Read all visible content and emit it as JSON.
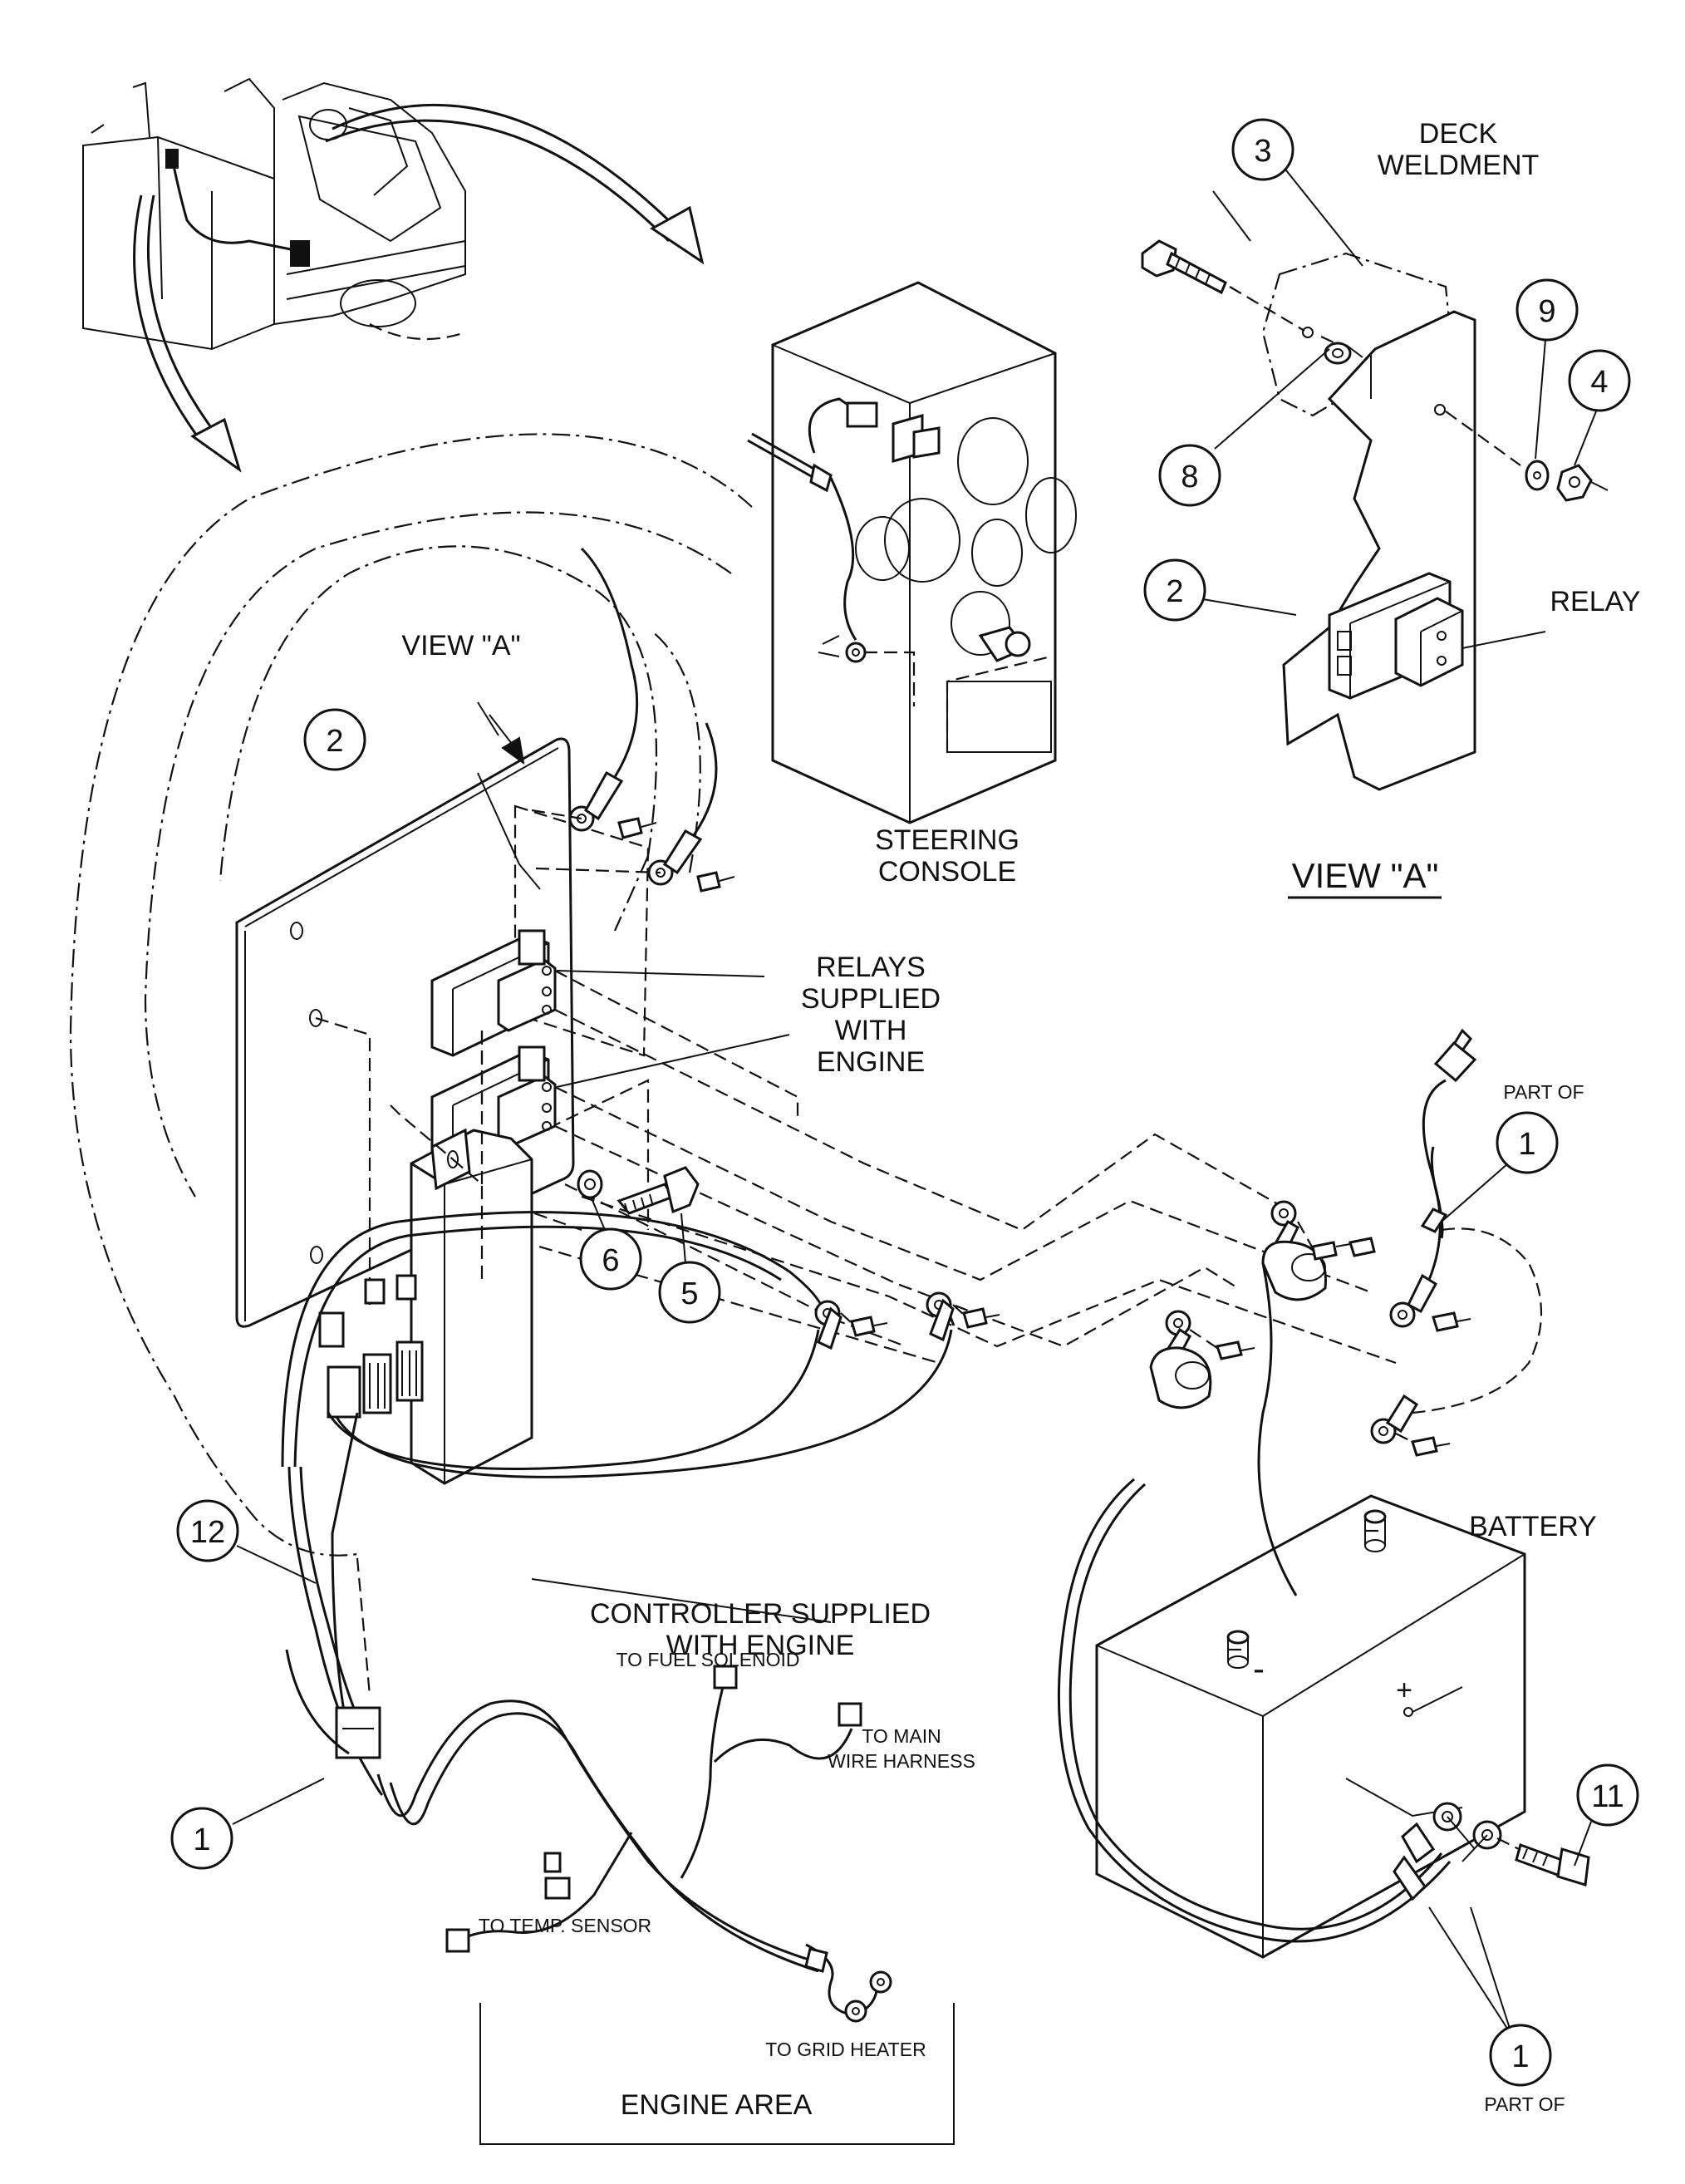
{
  "labels": {
    "deck_weldment": [
      "DECK",
      "WELDMENT"
    ],
    "relay": "RELAY",
    "view_a_title": "VIEW \"A\"",
    "view_a_pointer": "VIEW \"A\"",
    "steering_console": [
      "STEERING",
      "CONSOLE"
    ],
    "relays_supplied": [
      "RELAYS",
      "SUPPLIED",
      "WITH",
      "ENGINE"
    ],
    "part_of_top": "PART OF",
    "part_of_bottom": "PART OF",
    "battery": "BATTERY",
    "controller": [
      "CONTROLLER SUPPLIED",
      "WITH ENGINE"
    ],
    "to_fuel_solenoid": "TO FUEL SOLENOID",
    "to_main_wire_harness": [
      "TO MAIN",
      "WIRE HARNESS"
    ],
    "to_temp_sensor": "TO TEMP. SENSOR",
    "to_grid_heater": "TO GRID HEATER",
    "engine_area": "ENGINE AREA",
    "battery_minus": "-",
    "battery_plus": "+"
  },
  "callouts": {
    "c3": "3",
    "c9": "9",
    "c4": "4",
    "c8": "8",
    "c2_view": "2",
    "c2_main": "2",
    "c1_right": "1",
    "c6": "6",
    "c5": "5",
    "c12": "12",
    "c1_left": "1",
    "c11": "11",
    "c1_bottom": "1"
  }
}
